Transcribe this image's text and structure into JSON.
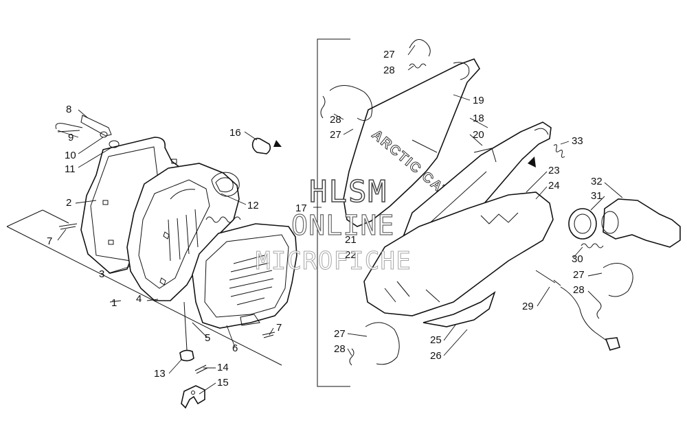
{
  "watermark": {
    "line1": "HLSM",
    "line2": "ONLINE",
    "line3": "MICROFICHE"
  },
  "brand_text": "ARCTIC CAT",
  "callouts": {
    "c1": "1",
    "c2": "2",
    "c3": "3",
    "c4": "4",
    "c5": "5",
    "c6": "6",
    "c7a": "7",
    "c7b": "7",
    "c8": "8",
    "c9": "9",
    "c10": "10",
    "c11": "11",
    "c12": "12",
    "c13": "13",
    "c14": "14",
    "c15": "15",
    "c16": "16",
    "c17": "17",
    "c18": "18",
    "c19": "19",
    "c20": "20",
    "c21": "21",
    "c22": "22",
    "c23": "23",
    "c24": "24",
    "c25": "25",
    "c26": "26",
    "c27a": "27",
    "c27b": "27",
    "c27c": "27",
    "c27d": "27",
    "c28a": "28",
    "c28b": "28",
    "c28c": "28",
    "c28d": "28",
    "c29": "29",
    "c30": "30",
    "c31": "31",
    "c32": "32",
    "c33": "33"
  }
}
